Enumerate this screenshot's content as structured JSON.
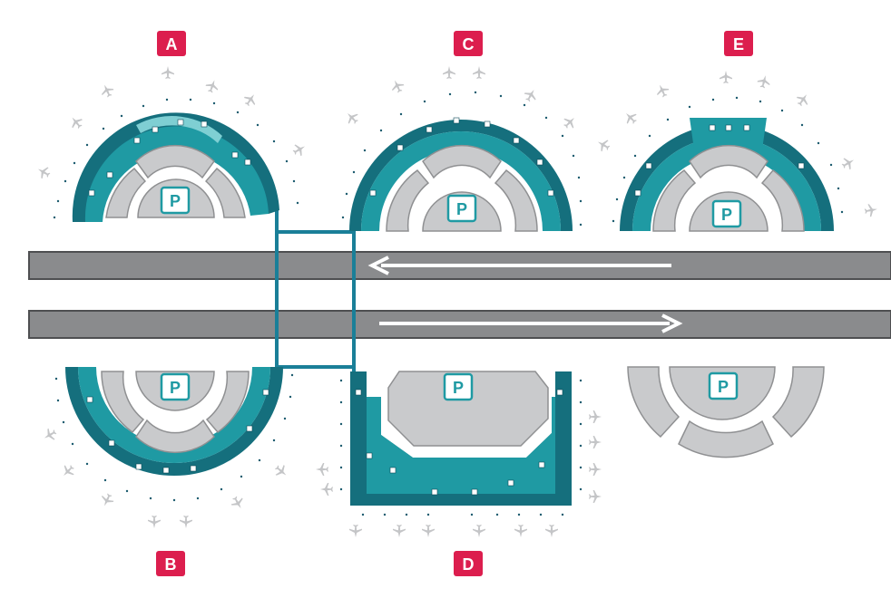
{
  "terminals": [
    {
      "id": "A",
      "label": "A",
      "color": "#dc1e4e"
    },
    {
      "id": "B",
      "label": "B",
      "color": "#dc1e4e"
    },
    {
      "id": "C",
      "label": "C",
      "color": "#dc1e4e"
    },
    {
      "id": "D",
      "label": "D",
      "color": "#dc1e4e"
    },
    {
      "id": "E",
      "label": "E",
      "color": "#dc1e4e"
    }
  ],
  "parking_label": "P",
  "colors": {
    "terminal_fill": "#1f9aa3",
    "terminal_dark": "#156f7d",
    "garage": "#c9cacc",
    "garage_stroke": "#8f9092",
    "road": "#8a8b8d",
    "road_edge": "#4e4f51",
    "skylink": "#1a7f98",
    "parking_border": "#1f9aa3",
    "arrow": "#ffffff",
    "plane": "#c4c5c7"
  },
  "traffic_arrows": [
    {
      "direction": "left"
    },
    {
      "direction": "right"
    }
  ],
  "legend_icons": [
    "airplane-icon",
    "parking-icon",
    "arrow-icon"
  ]
}
